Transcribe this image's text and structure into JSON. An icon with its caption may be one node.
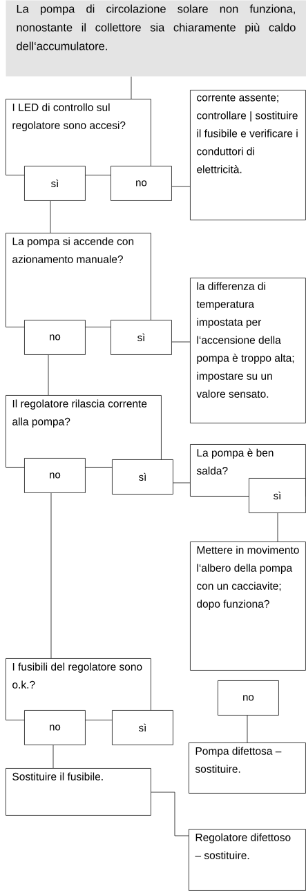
{
  "diagram": {
    "nodes": [
      {
        "text": [
          "La pompa di circolazione solare non funziona, nonostante il collettore sia chiaramente più caldo dell‘accumulatore."
        ]
      },
      {
        "text": [
          "I LED di controllo sul regolatore sono accesi?"
        ]
      },
      {
        "text": [
          "sì"
        ]
      },
      {
        "text": [
          "no"
        ]
      },
      {
        "text": [
          "corrente assente; controllare | sostituire il fusibile e verificare i conduttori di elettricità."
        ]
      },
      {
        "text": [
          "La pompa si accende con azionamento manuale?"
        ]
      },
      {
        "text": [
          "no"
        ]
      },
      {
        "text": [
          "sì"
        ]
      },
      {
        "text": [
          "la differenza di temperatura impostata per l‘accensione della pompa è troppo alta; impostare su un valore sensato."
        ]
      },
      {
        "text": [
          "Il regolatore rilascia corrente alla pompa?"
        ]
      },
      {
        "text": [
          "no"
        ]
      },
      {
        "text": [
          "sì"
        ]
      },
      {
        "text": [
          "La pompa è ben salda?"
        ]
      },
      {
        "text": [
          "sì"
        ]
      },
      {
        "text": [
          "Mettere in movimento l‘albero della pompa con un cacciavite; dopo funziona?"
        ]
      },
      {
        "text": [
          "no"
        ]
      },
      {
        "text": [
          "I fusibili del regolatore sono o.k.?"
        ]
      },
      {
        "text": [
          "no"
        ]
      },
      {
        "text": [
          "sì"
        ]
      },
      {
        "text": [
          "Sostituire il fusibile."
        ]
      },
      {
        "text": [
          "Pompa difettosa – sostituire."
        ]
      },
      {
        "text": [
          "Regolatore difettoso – sostituire."
        ]
      }
    ],
    "edges": [
      {
        "from": 0,
        "to": 1,
        "arrow": "none"
      },
      {
        "from": 3,
        "to": 4,
        "arrow": "none"
      },
      {
        "from": 2,
        "to": 5,
        "arrow": "none"
      },
      {
        "from": 7,
        "to": 8,
        "arrow": "none"
      },
      {
        "from": 6,
        "to": 9,
        "arrow": "none"
      },
      {
        "from": 11,
        "to": 12,
        "arrow": "none"
      },
      {
        "from": 13,
        "to": 14,
        "arrow": "none"
      },
      {
        "from": 10,
        "to": 16,
        "arrow": "none"
      },
      {
        "from": 15,
        "to": 20,
        "arrow": "none"
      },
      {
        "from": 17,
        "to": 19,
        "arrow": "none"
      },
      {
        "from": 19,
        "to": 21,
        "arrow": "none"
      }
    ]
  }
}
